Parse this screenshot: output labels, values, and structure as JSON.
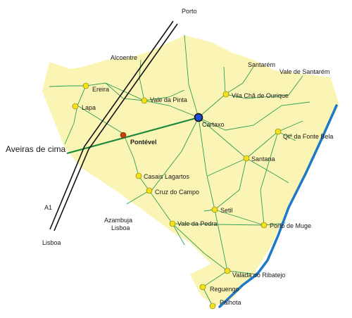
{
  "colors": {
    "region_fill": "#fbf5b5",
    "road": "#2e9e55",
    "main_road": "#1a8a3a",
    "river": "#1f78c8",
    "railway": "#111111",
    "town_dot": "#f2e21b",
    "pontevel_dot": "#c2410c",
    "cartaxo_dot": "#1d4ed8"
  },
  "labels": {
    "porto": "Porto",
    "alcoentre": "Alcoentre",
    "santarem": "Santarém",
    "vale_de_santarem": "Vale de Santarém",
    "ereira": "Ereira",
    "lapa": "Lapa",
    "vale_da_pinta": "Vale da Pinta",
    "vila_cha_de_ourique": "Vila Chã de Ourique",
    "cartaxo": "Cartaxo",
    "qta_da_fonte_bela": "Qtª da Fonte Bela",
    "aveiras_de_cima": "Aveiras de cima",
    "pontevel": "Pontével",
    "santana": "Santana",
    "casais_lagartos": "Casais Lagartos",
    "cruz_do_campo": "Cruz do Campo",
    "a1": "A1",
    "setil": "Setil",
    "porto_de_muge": "Porto de Muge",
    "azambuja": "Azambuja",
    "lisboa_small": "Lisboa",
    "vale_da_pedra": "Vale da Pedra",
    "lisboa": "Lisboa",
    "valada_do_ribatejo": "Valada do Ribatejo",
    "reguengo": "Reguengo",
    "palhota": "Palhota"
  }
}
